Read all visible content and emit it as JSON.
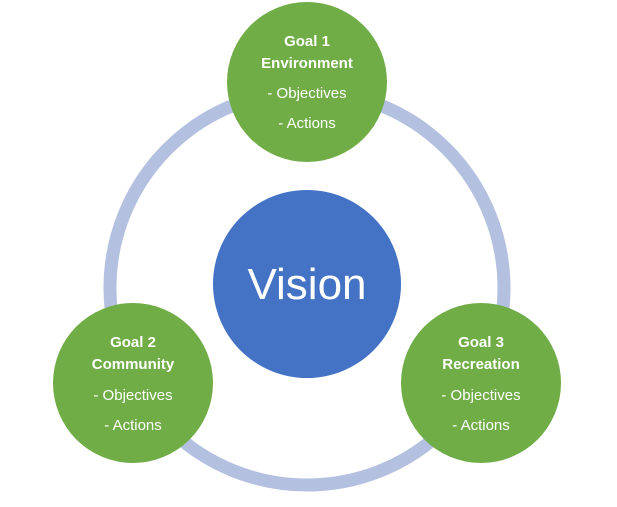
{
  "center": {
    "label": "Vision",
    "color": "#4472C4"
  },
  "ring": {
    "color": "#B4C0E0"
  },
  "goal_color": "#70AD47",
  "goals": [
    {
      "title": "Goal  1",
      "subtitle": "Environment",
      "items": [
        "- Objectives",
        "- Actions"
      ]
    },
    {
      "title": "Goal  2",
      "subtitle": "Community",
      "items": [
        "- Objectives",
        "- Actions"
      ]
    },
    {
      "title": "Goal  3",
      "subtitle": "Recreation",
      "items": [
        "- Objectives",
        "- Actions"
      ]
    }
  ]
}
